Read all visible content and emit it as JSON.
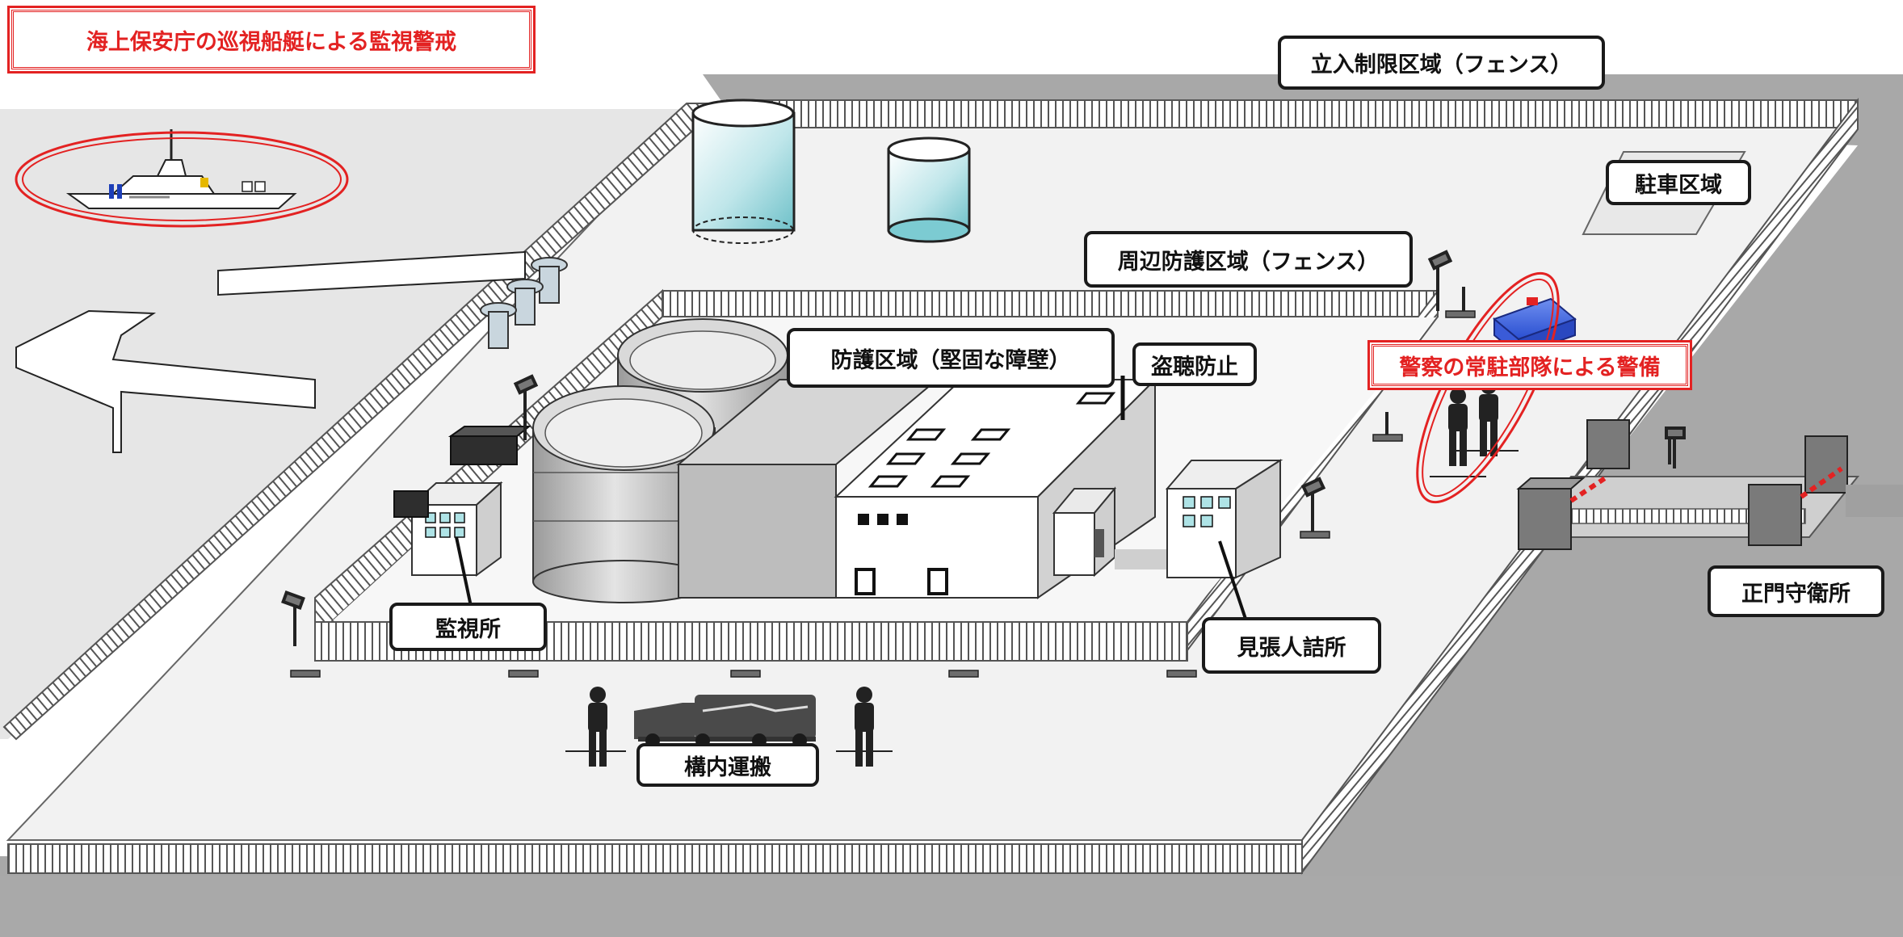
{
  "labels": {
    "coast_guard": "海上保安庁の巡視船艇による監視警戒",
    "restricted_area": "立入制限区域（フェンス）",
    "parking": "駐車区域",
    "perimeter_area": "周辺防護区域（フェンス）",
    "protected_area": "防護区域（堅固な障壁）",
    "anti_eavesdrop": "盗聴防止",
    "police": "警察の常駐部隊による警備",
    "monitoring_station": "監視所",
    "guard_post": "見張人詰所",
    "main_gate": "正門守衛所",
    "on_site_transport": "構内運搬"
  },
  "colors": {
    "accent_red": "#e32222",
    "ground": "#a9a9a9",
    "sea": "#e6e6e6",
    "facility": "#f5f5f5",
    "tank_water": "#8fd0d6"
  },
  "icons": [
    "patrol-ship-icon",
    "police-car-icon",
    "guard-figure-icon",
    "tanker-truck-icon",
    "camera-pole-icon"
  ]
}
